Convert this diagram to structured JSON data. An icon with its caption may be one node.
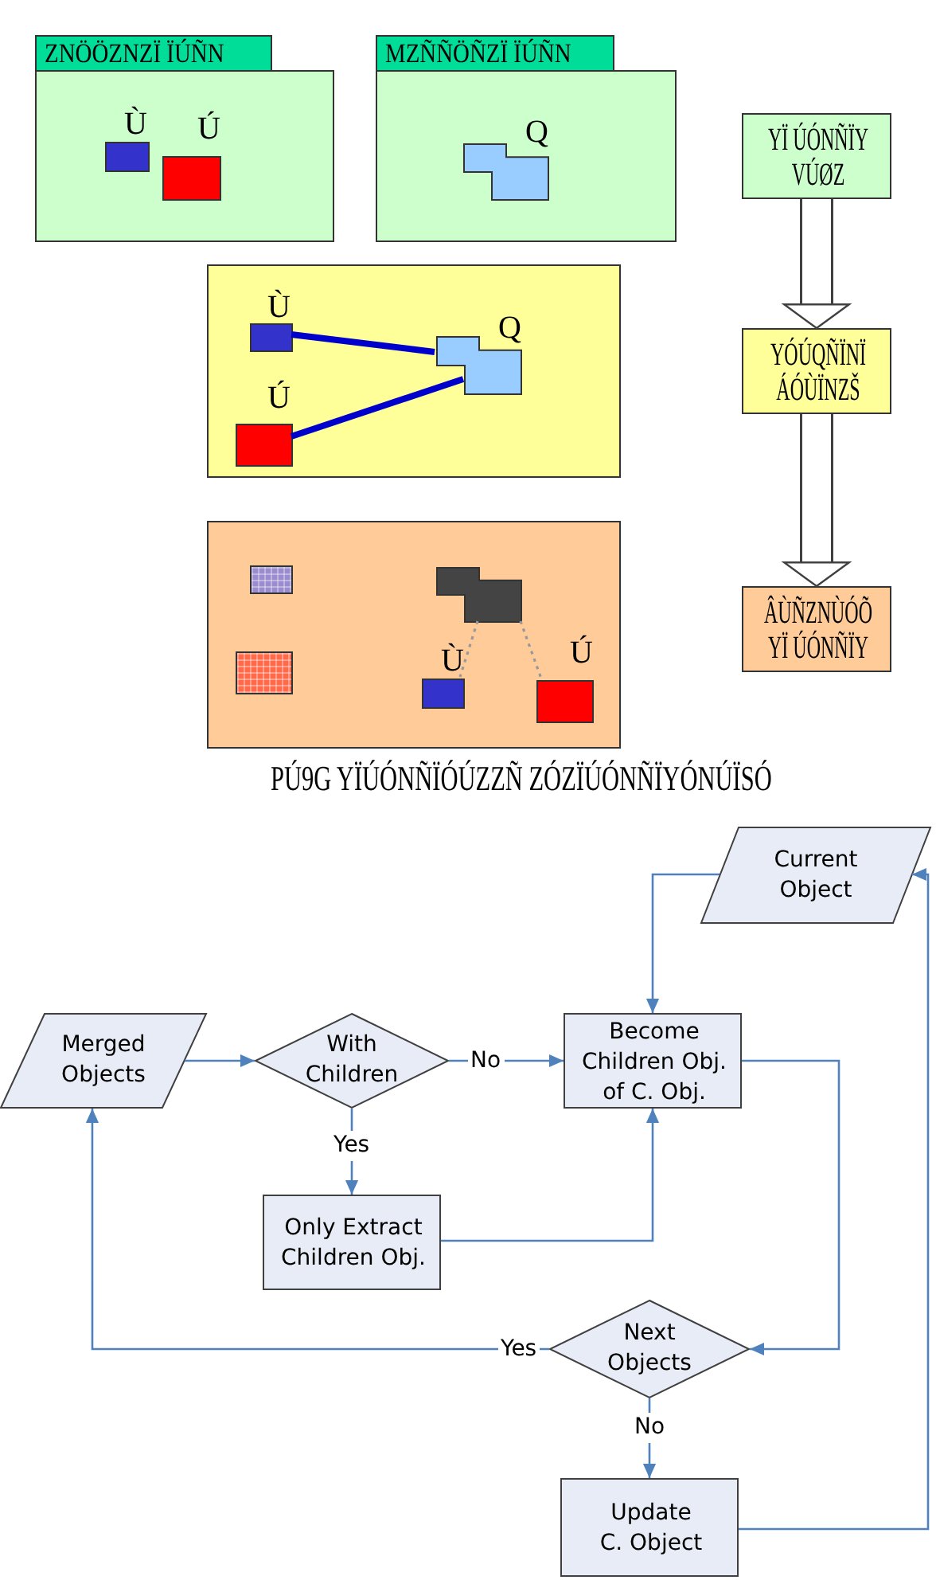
{
  "diagram": {
    "caption": "PÚ9G YÏÚÓNÑÏÓÚZZÑ ZÓZÏÚÓNÑÏYÓNÚÏSÓ",
    "nodes": [
      {
        "text": [
          "ZNÖÖZNZÏ ÏÚÑN"
        ]
      },
      {
        "text": [
          "Ù"
        ],
        "in": 0
      },
      {
        "text": [
          "Ú"
        ],
        "in": 0
      },
      {
        "text": [
          "MZÑÑÖÑZÏ ÏÚÑN"
        ]
      },
      {
        "text": [
          "Q"
        ],
        "in": 3
      },
      {
        "text": [
          "YÏ ÚÓNÑÏY VÚØZ"
        ]
      },
      {
        "text": [],
        "shape": "box"
      },
      {
        "text": [
          "Ù"
        ],
        "in": 6
      },
      {
        "text": [
          "Q"
        ],
        "in": 6
      },
      {
        "text": [
          "Ú"
        ],
        "in": 6
      },
      {
        "text": [
          "YÓÚQÑÏNÏ ÁÓÙÏNZŠ"
        ]
      },
      {
        "text": [],
        "shape": "box"
      },
      {
        "text": [],
        "shape": "box",
        "in": 11
      },
      {
        "text": [],
        "shape": "box",
        "in": 11
      },
      {
        "text": [],
        "shape": "box",
        "in": 11
      },
      {
        "text": [
          "Ù"
        ],
        "in": 11
      },
      {
        "text": [
          "Ú"
        ],
        "in": 11
      },
      {
        "text": [
          "ÂÙÑZNÙÓÕ YÏ ÚÓNÑÏY"
        ]
      },
      {
        "text": [
          "Current Object"
        ]
      },
      {
        "text": [
          "Merged Objects"
        ]
      },
      {
        "text": [
          "With Children"
        ]
      },
      {
        "text": [
          "Become Children Obj. of C. Obj."
        ]
      },
      {
        "text": [
          "Only Extract Children Obj."
        ]
      },
      {
        "text": [
          "Next Objects"
        ]
      },
      {
        "text": [
          "Update C. Object"
        ]
      }
    ],
    "edges": [
      {
        "from": 5,
        "to": 10,
        "arrow": "to",
        "style": "thick",
        "color": "#404040"
      },
      {
        "from": 7,
        "to": 8,
        "arrow": "none",
        "style": "thick",
        "color": "#0000cc"
      },
      {
        "from": 9,
        "to": 8,
        "arrow": "none",
        "style": "thick",
        "color": "#0000cc"
      },
      {
        "from": 10,
        "to": 17,
        "arrow": "to",
        "style": "thick",
        "color": "#404040"
      },
      {
        "from": 13,
        "to": 15,
        "arrow": "none",
        "style": "dashed",
        "color": "#999999"
      },
      {
        "from": 13,
        "to": 16,
        "arrow": "none",
        "style": "dashed",
        "color": "#999999"
      },
      {
        "from": 18,
        "to": 21,
        "arrow": "to"
      },
      {
        "from": 19,
        "to": 20,
        "arrow": "to"
      },
      {
        "from": 20,
        "to": 21,
        "arrow": "to",
        "label": "No"
      },
      {
        "from": 20,
        "to": 22,
        "arrow": "to",
        "label": "Yes"
      },
      {
        "from": 22,
        "to": 21,
        "arrow": "to"
      },
      {
        "from": 21,
        "to": 23,
        "arrow": "to"
      },
      {
        "from": 23,
        "to": 19,
        "arrow": "to",
        "label": "Yes"
      },
      {
        "from": 23,
        "to": 24,
        "arrow": "to",
        "label": "No"
      },
      {
        "from": 24,
        "to": 18,
        "arrow": "to"
      }
    ]
  }
}
